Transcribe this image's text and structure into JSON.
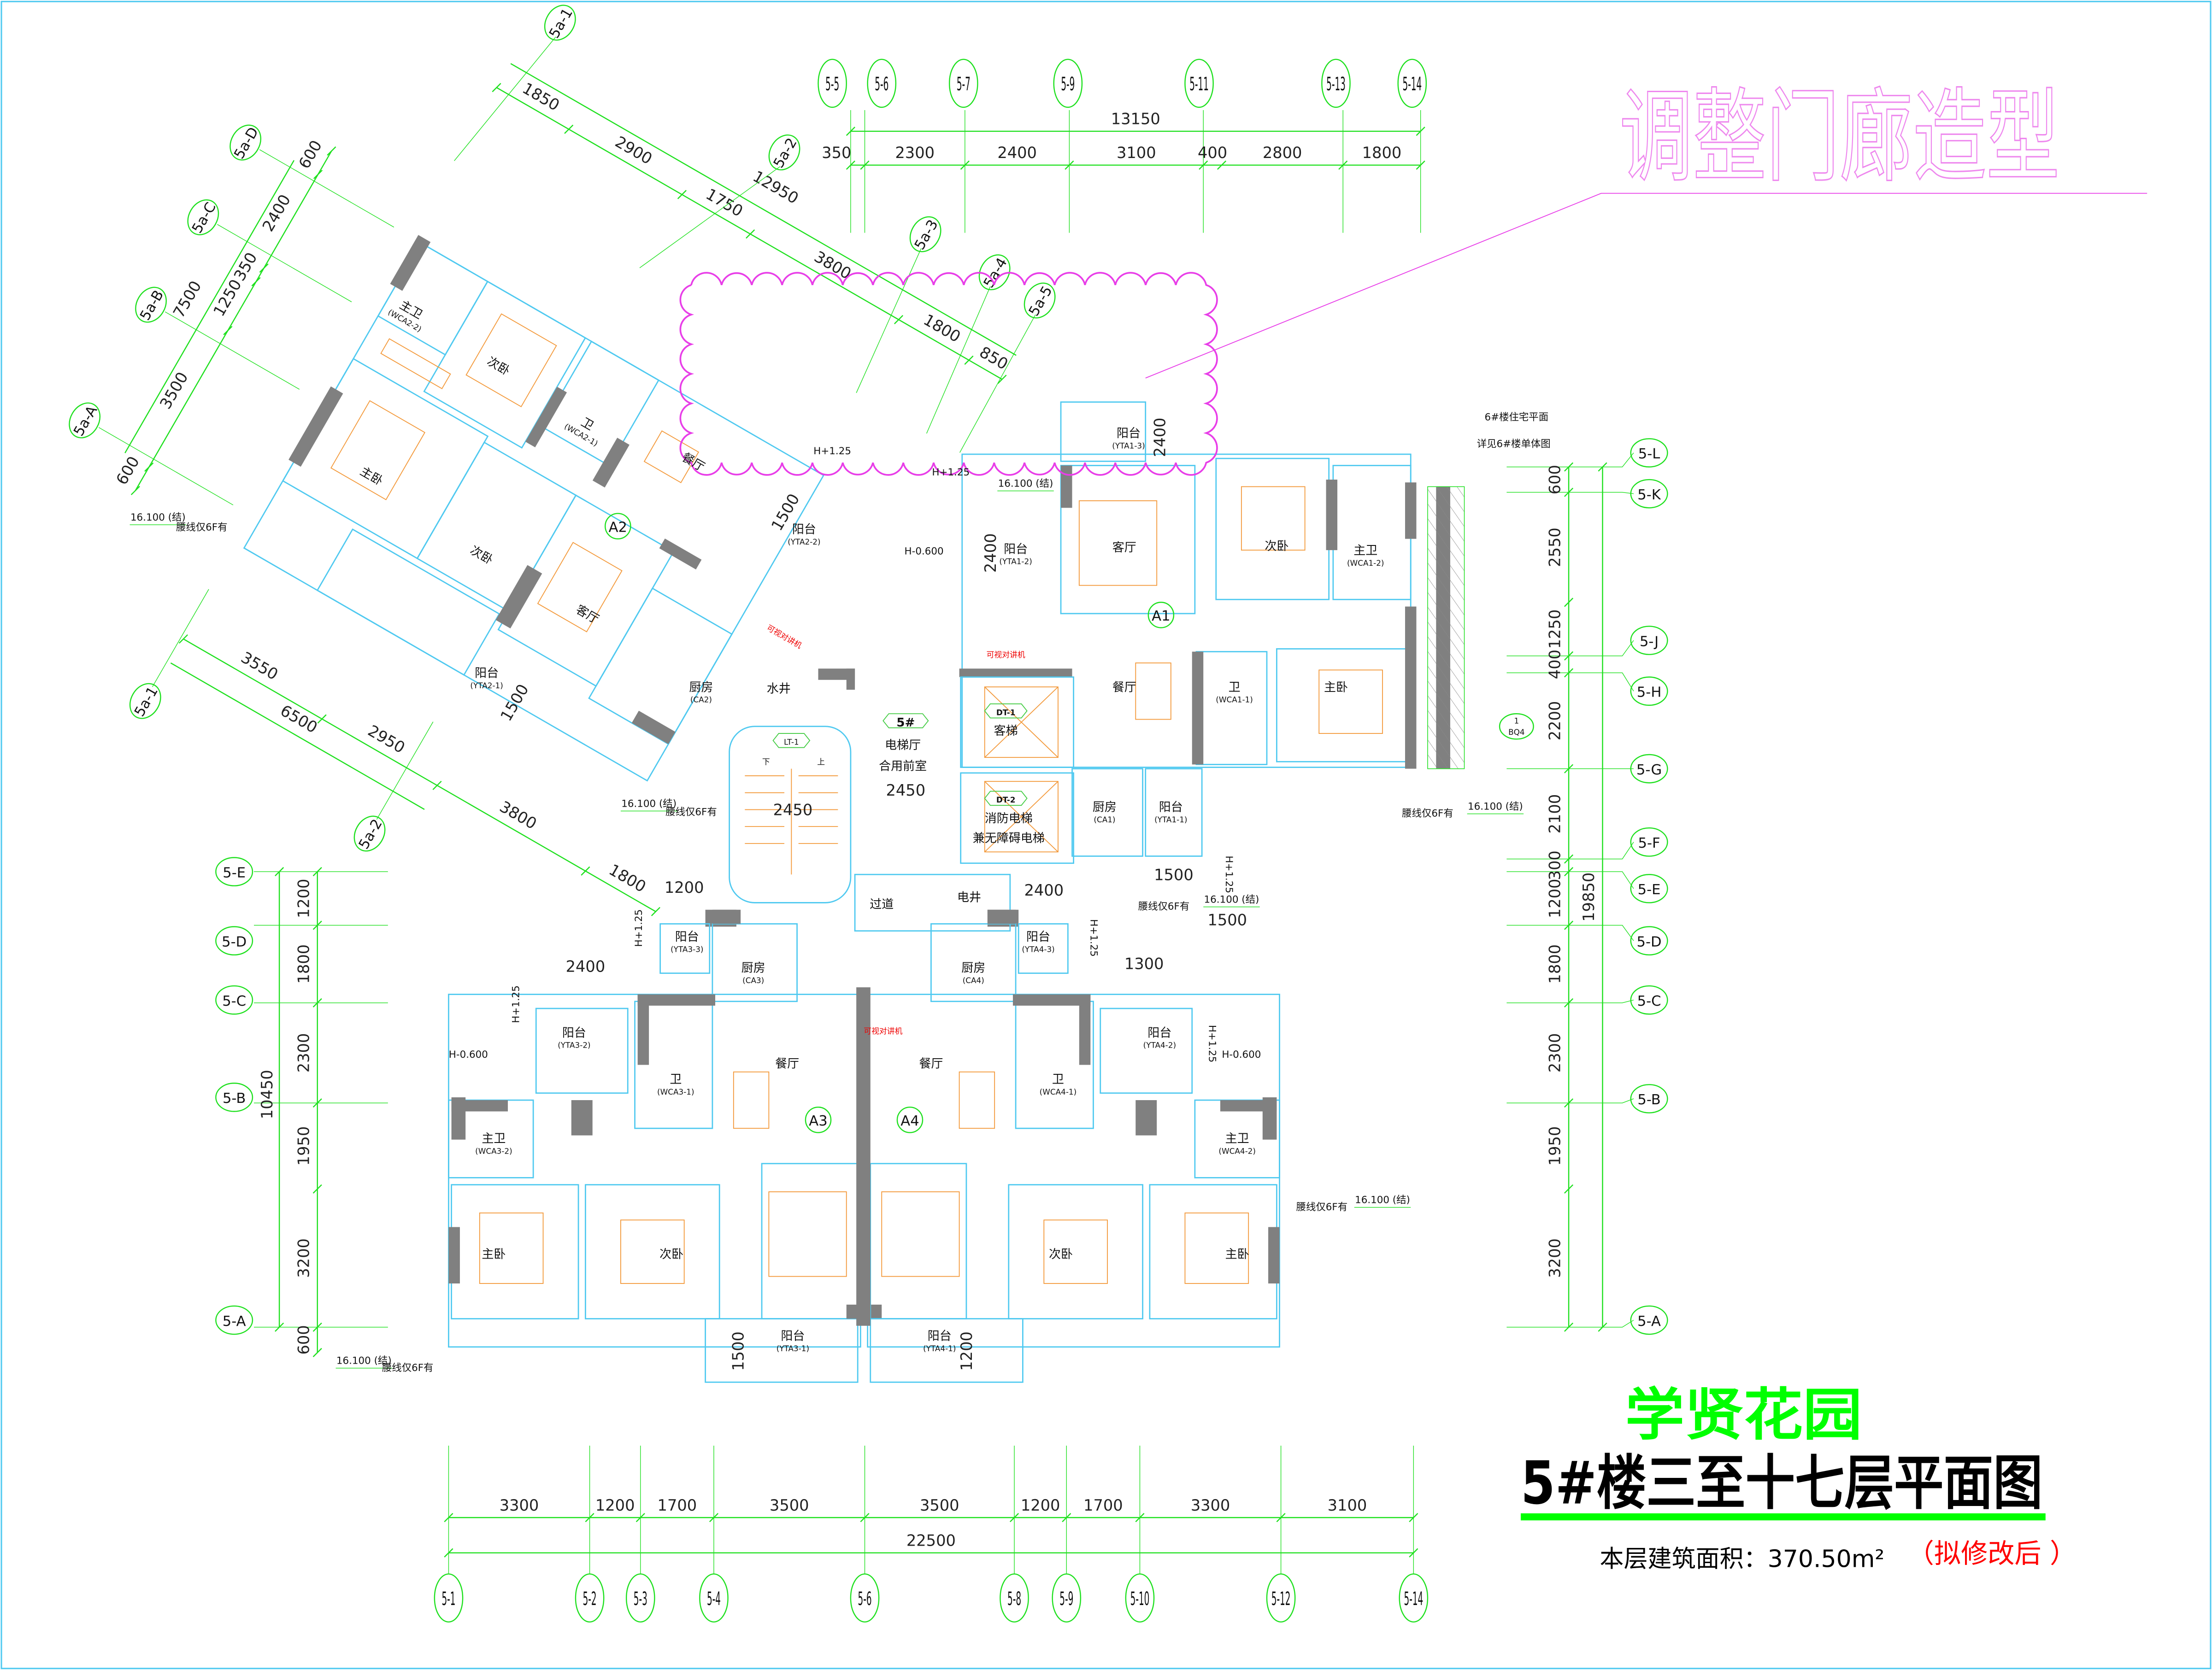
{
  "revision_note": "调整门廊造型",
  "title": {
    "project": "学贤花园",
    "drawing": "5#楼三至十七层平面图",
    "area_label": "本层建筑面积：",
    "area_value": "370.50m²",
    "status": "（拟修改后 ）"
  },
  "colors": {
    "grid": "#1ee01e",
    "wall": "#808080",
    "room_line": "#4fc9f0",
    "furniture": "#f39a3c",
    "revision": "#e83ee8",
    "title_green": "#00ff00",
    "status_red": "#ff0000"
  },
  "axes": {
    "top": [
      "5-5",
      "5-6",
      "5-7",
      "5-9",
      "5-11",
      "5-13",
      "5-14"
    ],
    "bottom": [
      "5-1",
      "5-2",
      "5-3",
      "5-4",
      "5-6",
      "5-8",
      "5-9",
      "5-10",
      "5-12",
      "5-14"
    ],
    "left": [
      "5-E",
      "5-D",
      "5-C",
      "5-B",
      "5-A"
    ],
    "right": [
      "5-L",
      "5-K",
      "5-J",
      "5-H",
      "5-G",
      "5-F",
      "5-E",
      "5-D",
      "5-C",
      "5-B",
      "5-A"
    ],
    "rotated_top": [
      "5a-1",
      "5a-2",
      "5a-3",
      "5a-4",
      "5a-5"
    ],
    "rotated_left": [
      "5a-D",
      "5a-C",
      "5a-B",
      "5a-A"
    ],
    "rotated_bottom": [
      "5a-1",
      "5a-2"
    ]
  },
  "dims": {
    "top_total": "13150",
    "top": [
      "350",
      "2300",
      "2400",
      "3100",
      "400",
      "2800",
      "1800"
    ],
    "bottom": [
      "3300",
      "1200",
      "1700",
      "3500",
      "3500",
      "1200",
      "1700",
      "3300",
      "3100"
    ],
    "bottom_total": "22500",
    "left": [
      "1200",
      "1800",
      "2300",
      "1950",
      "3200",
      "600"
    ],
    "left_total": "10450",
    "right": [
      "600",
      "2550",
      "1250",
      "400",
      "2200",
      "2100",
      "300",
      "1200",
      "1800",
      "2300",
      "1950",
      "3200"
    ],
    "right_total": "19850",
    "rot_top": [
      "1850",
      "2900",
      "1750",
      "3800",
      "1800",
      "850"
    ],
    "rot_top_total": "12950",
    "rot_left": [
      "600",
      "2400",
      "350",
      "1250",
      "3500",
      "600"
    ],
    "rot_left_total": "7500",
    "rot_bottom": [
      "3550",
      "2950",
      "3800",
      "1800"
    ],
    "rot_bottom_total": "6500",
    "inner": [
      "2400",
      "1500",
      "1500",
      "2400",
      "1500",
      "1200",
      "1200",
      "2400",
      "2400",
      "1300",
      "1500",
      "1500"
    ]
  },
  "units": [
    "A2",
    "A1",
    "A3",
    "A4"
  ],
  "core": {
    "building": "5#",
    "lobby": "电梯厅",
    "front_room": "合用前室",
    "lobby_dim": "2450",
    "stair": "LT-1",
    "stair_dim": "2450",
    "stair_down": "下",
    "stair_up": "上",
    "lift1": "DT-1",
    "lift1_type": "客梯",
    "lift2": "DT-2",
    "lift2_type1": "消防电梯",
    "lift2_type2": "兼无障碍电梯",
    "corridor": "过道",
    "elec_shaft": "电井",
    "water_shaft": "水井",
    "intercom": "可视对讲机"
  },
  "rooms": [
    {
      "name": "主卫",
      "code": "(WCA2-2)"
    },
    {
      "name": "次卧",
      "code": ""
    },
    {
      "name": "卫",
      "code": "(WCA2-1)"
    },
    {
      "name": "主卧",
      "code": ""
    },
    {
      "name": "次卧",
      "code": ""
    },
    {
      "name": "客厅",
      "code": ""
    },
    {
      "name": "餐厅",
      "code": ""
    },
    {
      "name": "阳台",
      "code": "(YTA2-2)"
    },
    {
      "name": "阳台",
      "code": "(YTA2-1)"
    },
    {
      "name": "厨房",
      "code": "(CA2)"
    },
    {
      "name": "阳台",
      "code": "(YTA1-3)"
    },
    {
      "name": "阳台",
      "code": "(YTA1-2)"
    },
    {
      "name": "客厅",
      "code": ""
    },
    {
      "name": "次卧",
      "code": ""
    },
    {
      "name": "主卫",
      "code": "(WCA1-2)"
    },
    {
      "name": "餐厅",
      "code": ""
    },
    {
      "name": "卫",
      "code": "(WCA1-1)"
    },
    {
      "name": "主卧",
      "code": ""
    },
    {
      "name": "厨房",
      "code": "(CA1)"
    },
    {
      "name": "阳台",
      "code": "(YTA1-1)"
    },
    {
      "name": "阳台",
      "code": "(YTA3-3)"
    },
    {
      "name": "厨房",
      "code": "(CA3)"
    },
    {
      "name": "阳台",
      "code": "(YTA3-2)"
    },
    {
      "name": "卫",
      "code": "(WCA3-1)"
    },
    {
      "name": "餐厅",
      "code": ""
    },
    {
      "name": "主卫",
      "code": "(WCA3-2)"
    },
    {
      "name": "主卧",
      "code": ""
    },
    {
      "name": "次卧",
      "code": ""
    },
    {
      "name": "阳台",
      "code": "(YTA3-1)"
    },
    {
      "name": "阳台",
      "code": "(YTA4-3)"
    },
    {
      "name": "厨房",
      "code": "(CA4)"
    },
    {
      "name": "阳台",
      "code": "(YTA4-2)"
    },
    {
      "name": "卫",
      "code": "(WCA4-1)"
    },
    {
      "name": "餐厅",
      "code": ""
    },
    {
      "name": "主卫",
      "code": "(WCA4-2)"
    },
    {
      "name": "主卧",
      "code": ""
    },
    {
      "name": "次卧",
      "code": ""
    },
    {
      "name": "阳台",
      "code": "(YTA4-1)"
    }
  ],
  "notes": {
    "level": "16.100 (结)",
    "waistline": "腰线仅6F有",
    "h_plus": "H+1.25",
    "h_minus": "H-0.600",
    "neighbor_title": "6#楼住宅平面",
    "neighbor_ref": "详见6#楼单体图",
    "detail_num": "1",
    "detail_ref": "BQ4"
  }
}
